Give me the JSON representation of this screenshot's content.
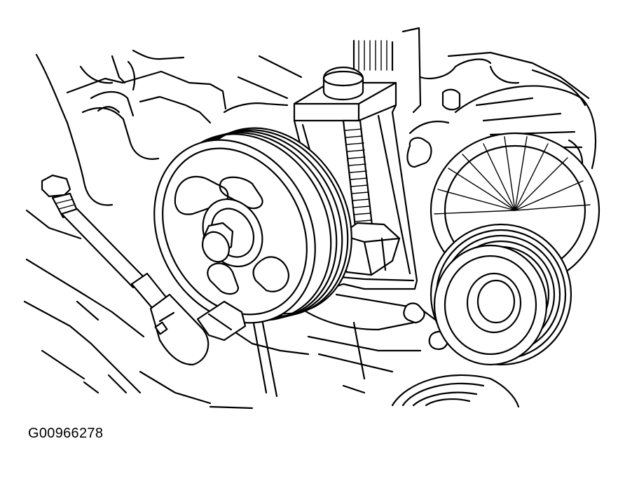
{
  "figure": {
    "code": "G00966278",
    "background": "#ffffff",
    "line_color": "#000000"
  },
  "parts": [
    "pulley",
    "bracket",
    "adjusting-bolt",
    "ratchet-wrench",
    "idler-pulley",
    "engine-background"
  ]
}
